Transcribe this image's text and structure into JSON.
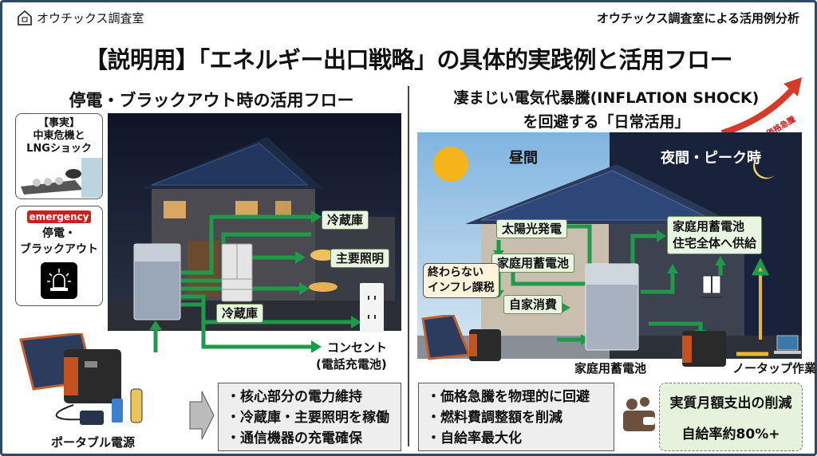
{
  "header": {
    "brand": "オウチックス調査室",
    "brand_icon": "house-icon",
    "right_title": "オウチックス調査室による活用例分析"
  },
  "title": "【説明用】「エネルギー出口戦略」の具体的実践例と活用フロー",
  "left": {
    "subtitle": "停電・ブラックアウト時の活用フロー",
    "fact": {
      "line1": "【事実】",
      "line2": "中東危機と",
      "line3": "LNGショック"
    },
    "emergency": {
      "badge": "emergency",
      "line1": "停電・",
      "line2": "ブラックアウト",
      "icon": "siren-icon"
    },
    "labels": {
      "fridge_top": "冷蔵庫",
      "lighting": "主要照明",
      "fridge_bottom": "冷蔵庫",
      "outlet": "コンセント",
      "outlet_sub": "(電話充電池)"
    },
    "portable_caption": "ポータブル電源",
    "bullets": [
      "・核心部分の電力維持",
      "・冷蔵庫・主要照明を稼働",
      "・通信機器の充電確保"
    ]
  },
  "right": {
    "subtitle_line1": "凄まじい電気代暴騰(INFLATION SHOCK)",
    "subtitle_line2": "を回避する「日常活用」",
    "price_arrow_label": "価格急騰",
    "day_label": "昼間",
    "night_label": "夜間・ピーク時",
    "labels": {
      "solar": "太陽光発電",
      "home_battery": "家庭用蓄電池",
      "self_use": "自家消費",
      "bubble_line1": "終わらない",
      "bubble_line2": "インフレ課税",
      "supply_line1": "家庭用蓄電池",
      "supply_line2": "住宅全体へ供給"
    },
    "battery_caption": "家庭用蓄電池",
    "notap_caption": "ノータップ作業",
    "bullets": [
      "・価格急騰を物理的に回避",
      "・燃料費調整額を削減",
      "・自給率最大化"
    ],
    "savings": {
      "title": "実質月額支出の削減",
      "rate": "自給率約80%+",
      "icon": "wallet-icon"
    }
  },
  "colors": {
    "flow_green": "#1f9a4a",
    "emergency_red": "#c8221e",
    "label_bg": "#e9f5e1",
    "night_sky": "#141d33",
    "savings_bg": "#e6f2dc"
  }
}
